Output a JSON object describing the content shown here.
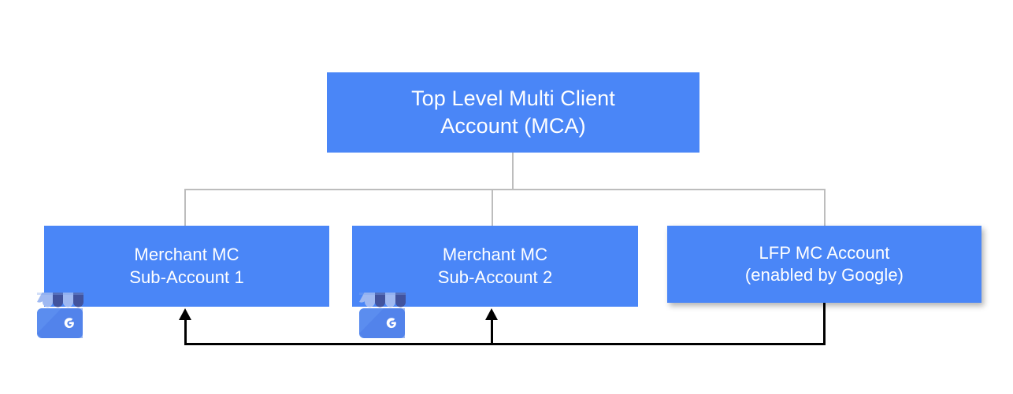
{
  "diagram": {
    "title": "Google Merchant Center account hierarchy with LFP feedback",
    "colors": {
      "node_fill": "#4a86f7",
      "node_text": "#ffffff",
      "connector": "#bdbdbd",
      "arrow": "#000000",
      "background": "#ffffff"
    },
    "nodes": [
      {
        "id": "top-mca",
        "label": "Top Level Multi Client\nAccount (MCA)",
        "line1": "Top Level Multi Client",
        "line2": "Account (MCA)"
      },
      {
        "id": "merchant-1",
        "label": "Merchant MC\nSub-Account 1",
        "line1": "Merchant MC",
        "line2": "Sub-Account 1"
      },
      {
        "id": "merchant-2",
        "label": "Merchant MC\nSub-Account 2",
        "line1": "Merchant MC",
        "line2": "Sub-Account 2"
      },
      {
        "id": "lfp-mc",
        "label": "LFP MC Account\n(enabled by Google)",
        "line1": "LFP MC Account",
        "line2": "(enabled by Google)"
      }
    ],
    "icons": [
      {
        "id": "gmb-1",
        "name": "google-business-profile-icon",
        "glyph": "G"
      },
      {
        "id": "gmb-2",
        "name": "google-business-profile-icon",
        "glyph": "G"
      }
    ],
    "connectors": {
      "tree": "Top Level MCA branches to Merchant MC Sub-Account 1, Merchant MC Sub-Account 2, and LFP MC Account",
      "feedback": "LFP MC Account feeds back into Merchant MC Sub-Account 1 and Merchant MC Sub-Account 2"
    }
  }
}
